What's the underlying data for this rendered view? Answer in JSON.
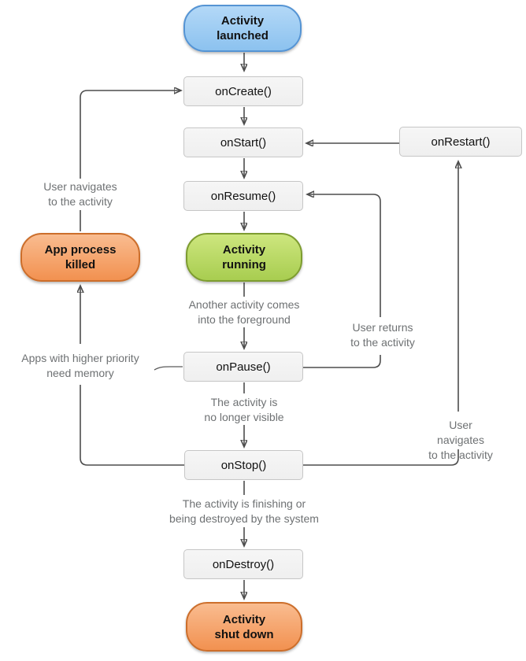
{
  "diagram": {
    "nodes": {
      "activity_launched": "Activity\nlaunched",
      "on_create": "onCreate()",
      "on_start": "onStart()",
      "on_restart": "onRestart()",
      "on_resume": "onResume()",
      "activity_running": "Activity\nrunning",
      "app_process_killed": "App process\nkilled",
      "on_pause": "onPause()",
      "on_stop": "onStop()",
      "on_destroy": "onDestroy()",
      "activity_shut_down": "Activity\nshut down"
    },
    "annotations": {
      "user_navigates_left": "User navigates\nto the activity",
      "another_activity_foreground": "Another activity comes\ninto the foreground",
      "user_returns": "User returns\nto the activity",
      "apps_higher_priority": "Apps with higher priority\nneed memory",
      "no_longer_visible": "The activity is\nno longer visible",
      "user_navigates_right": "User navigates\nto the activity",
      "finishing_or_destroyed": "The activity is finishing or\nbeing destroyed by the system"
    },
    "colors": {
      "launched_fill_top": "#b3d8f7",
      "launched_fill_bottom": "#8cc2ef",
      "launched_border": "#5594d4",
      "running_fill_top": "#cde67e",
      "running_fill_bottom": "#a8cd50",
      "running_border": "#7d9c30",
      "killed_fill_top": "#f9bc90",
      "killed_fill_bottom": "#f29150",
      "killed_border": "#cc6e2b",
      "callback_box_fill": "#f2f2f2",
      "callback_box_border": "#c6c6c6",
      "edge_line": "#4d4d4d",
      "annotation_text": "#6e7173",
      "node_text": "#111111",
      "background": "#ffffff"
    }
  }
}
